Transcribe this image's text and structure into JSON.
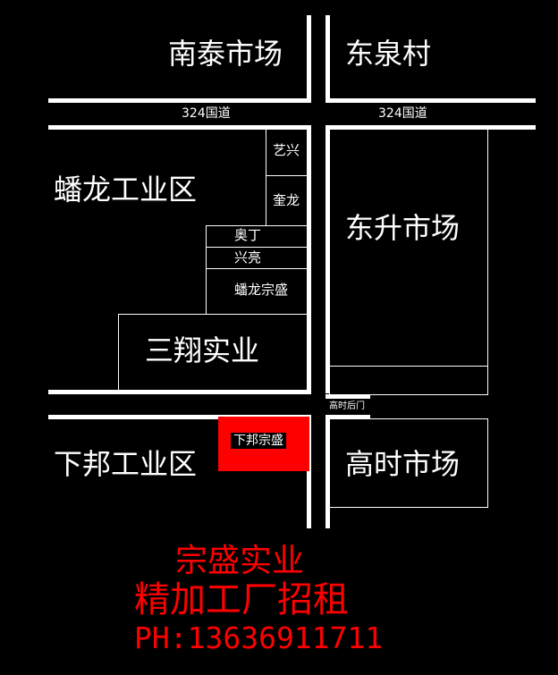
{
  "map": {
    "regions": {
      "nantai_market": "南泰市场",
      "dongquan_village": "东泉村",
      "panlong_industrial": "蟠龙工业区",
      "dongsheng_market": "东升市场",
      "sanxiang": "三翔实业",
      "xiabang_industrial": "下邦工业区",
      "gaoshi_market": "高时市场"
    },
    "plots": {
      "yixing": "艺兴",
      "kuilong": "奎龙",
      "aoding": "奥丁",
      "xingliang": "兴亮",
      "panlong_zongsheng": "蟠龙宗盛"
    },
    "roads": {
      "road_324_left": "324国道",
      "road_324_right": "324国道",
      "gaoshi_back_gate": "高时后门"
    },
    "highlight": {
      "label": "下邦宗盛",
      "color": "#ff0000"
    }
  },
  "ad": {
    "company": "宗盛实业",
    "headline": "精加工厂招租",
    "phone": "PH:13636911711",
    "color": "#ff0000"
  }
}
